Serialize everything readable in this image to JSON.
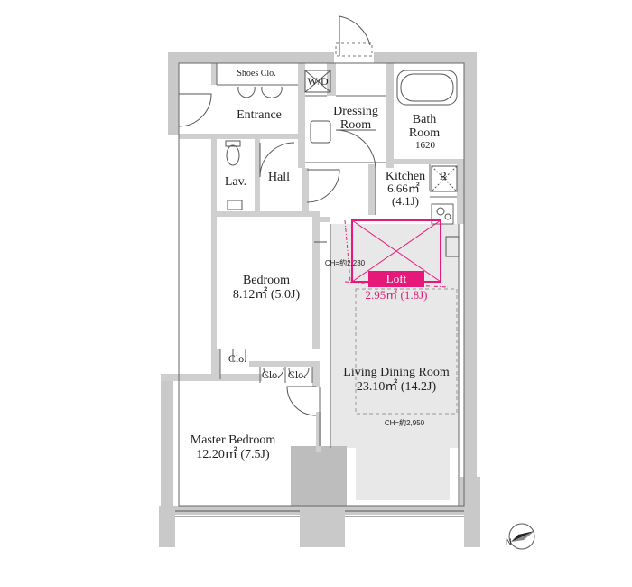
{
  "colors": {
    "wall": "#c9c9c9",
    "floor_tint": "#e6e6e6",
    "accent": "#e6197a",
    "line": "#333333"
  },
  "rooms": {
    "shoes": "Shoes Clo.",
    "wd": "W/D",
    "entrance": "Entrance",
    "dressing_1": "Dressing",
    "dressing_2": "Room",
    "bath_1": "Bath",
    "bath_2": "Room",
    "bath_size": "1620",
    "kitchen_1": "Kitchen",
    "kitchen_2": "6.66㎡",
    "kitchen_3": "(4.1J)",
    "fridge": "R",
    "lav": "Lav.",
    "hall": "Hall",
    "bedroom_1": "Bedroom",
    "bedroom_2": "8.12㎡ (5.0J)",
    "clo_bed": "Clo.",
    "clo_master_1": "Clo.",
    "clo_master_2": "Clo.",
    "ldk_1": "Living Dining Room",
    "ldk_2": "23.10㎡ (14.2J)",
    "master_1": "Master Bedroom",
    "master_2": "12.20㎡ (7.5J)"
  },
  "loft": {
    "label": "Loft",
    "area": "2.95㎡ (1.8J)",
    "ceiling_loft": "CH=約2,230"
  },
  "ceiling_ldk": "CH=約2,950",
  "compass": {
    "label": "N",
    "icon": "north-arrow-icon"
  }
}
